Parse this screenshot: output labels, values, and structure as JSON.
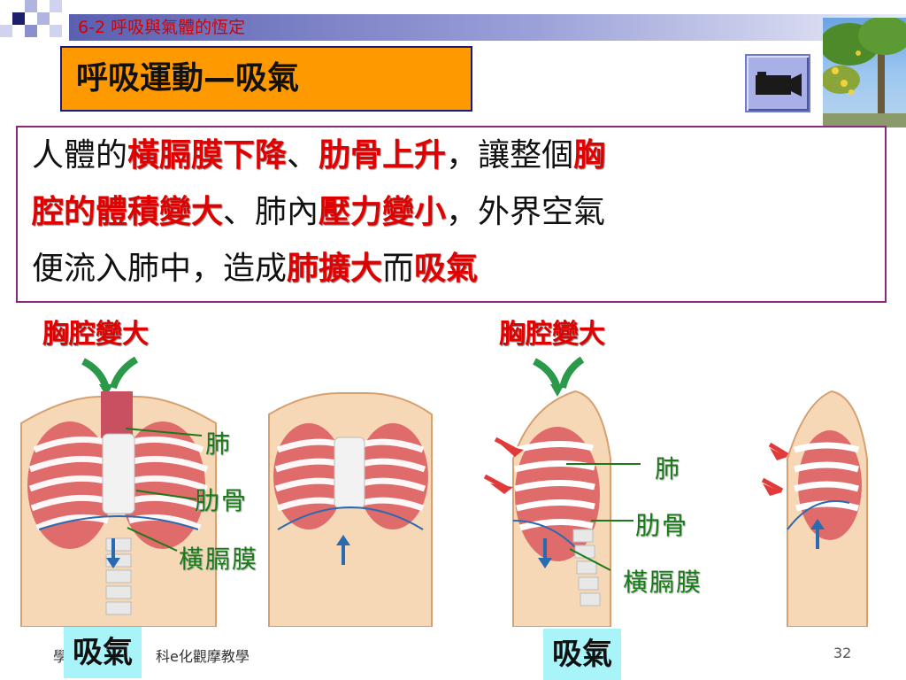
{
  "header": {
    "section_label": "6-2 呼吸與氣體的恆定",
    "title": "呼吸運動—吸氣"
  },
  "description": {
    "line1": [
      {
        "text": "人體的",
        "hl": false
      },
      {
        "text": "橫膈膜下降",
        "hl": true
      },
      {
        "text": "、",
        "hl": false
      },
      {
        "text": "肋骨上升",
        "hl": true
      },
      {
        "text": "，讓整個",
        "hl": false
      },
      {
        "text": "胸",
        "hl": true
      }
    ],
    "line2": [
      {
        "text": "腔的體積變大",
        "hl": true
      },
      {
        "text": "、肺內",
        "hl": false
      },
      {
        "text": "壓力變小",
        "hl": true
      },
      {
        "text": "，外界空氣",
        "hl": false
      }
    ],
    "line3": [
      {
        "text": "便流入肺中，造成",
        "hl": false
      },
      {
        "text": "肺擴大",
        "hl": true
      },
      {
        "text": "而",
        "hl": false
      },
      {
        "text": "吸氣",
        "hl": true
      }
    ]
  },
  "figures": {
    "front": {
      "caption": "胸腔變大",
      "labels": {
        "lung": "肺",
        "rib": "肋骨",
        "diaphragm": "橫膈膜"
      },
      "tag": "吸氣"
    },
    "side": {
      "caption": "胸腔變大",
      "labels": {
        "lung": "肺",
        "rib": "肋骨",
        "diaphragm": "橫膈膜"
      },
      "tag": "吸氣"
    }
  },
  "footer": {
    "text": "學",
    "text2": "科e化觀摩教學",
    "page": "32"
  },
  "colors": {
    "accent_red": "#e00000",
    "label_green": "#1a7a1a",
    "title_orange": "#ff9900",
    "tag_cyan": "#a8f4f8"
  },
  "icons": {
    "video": "video-camera-icon"
  }
}
